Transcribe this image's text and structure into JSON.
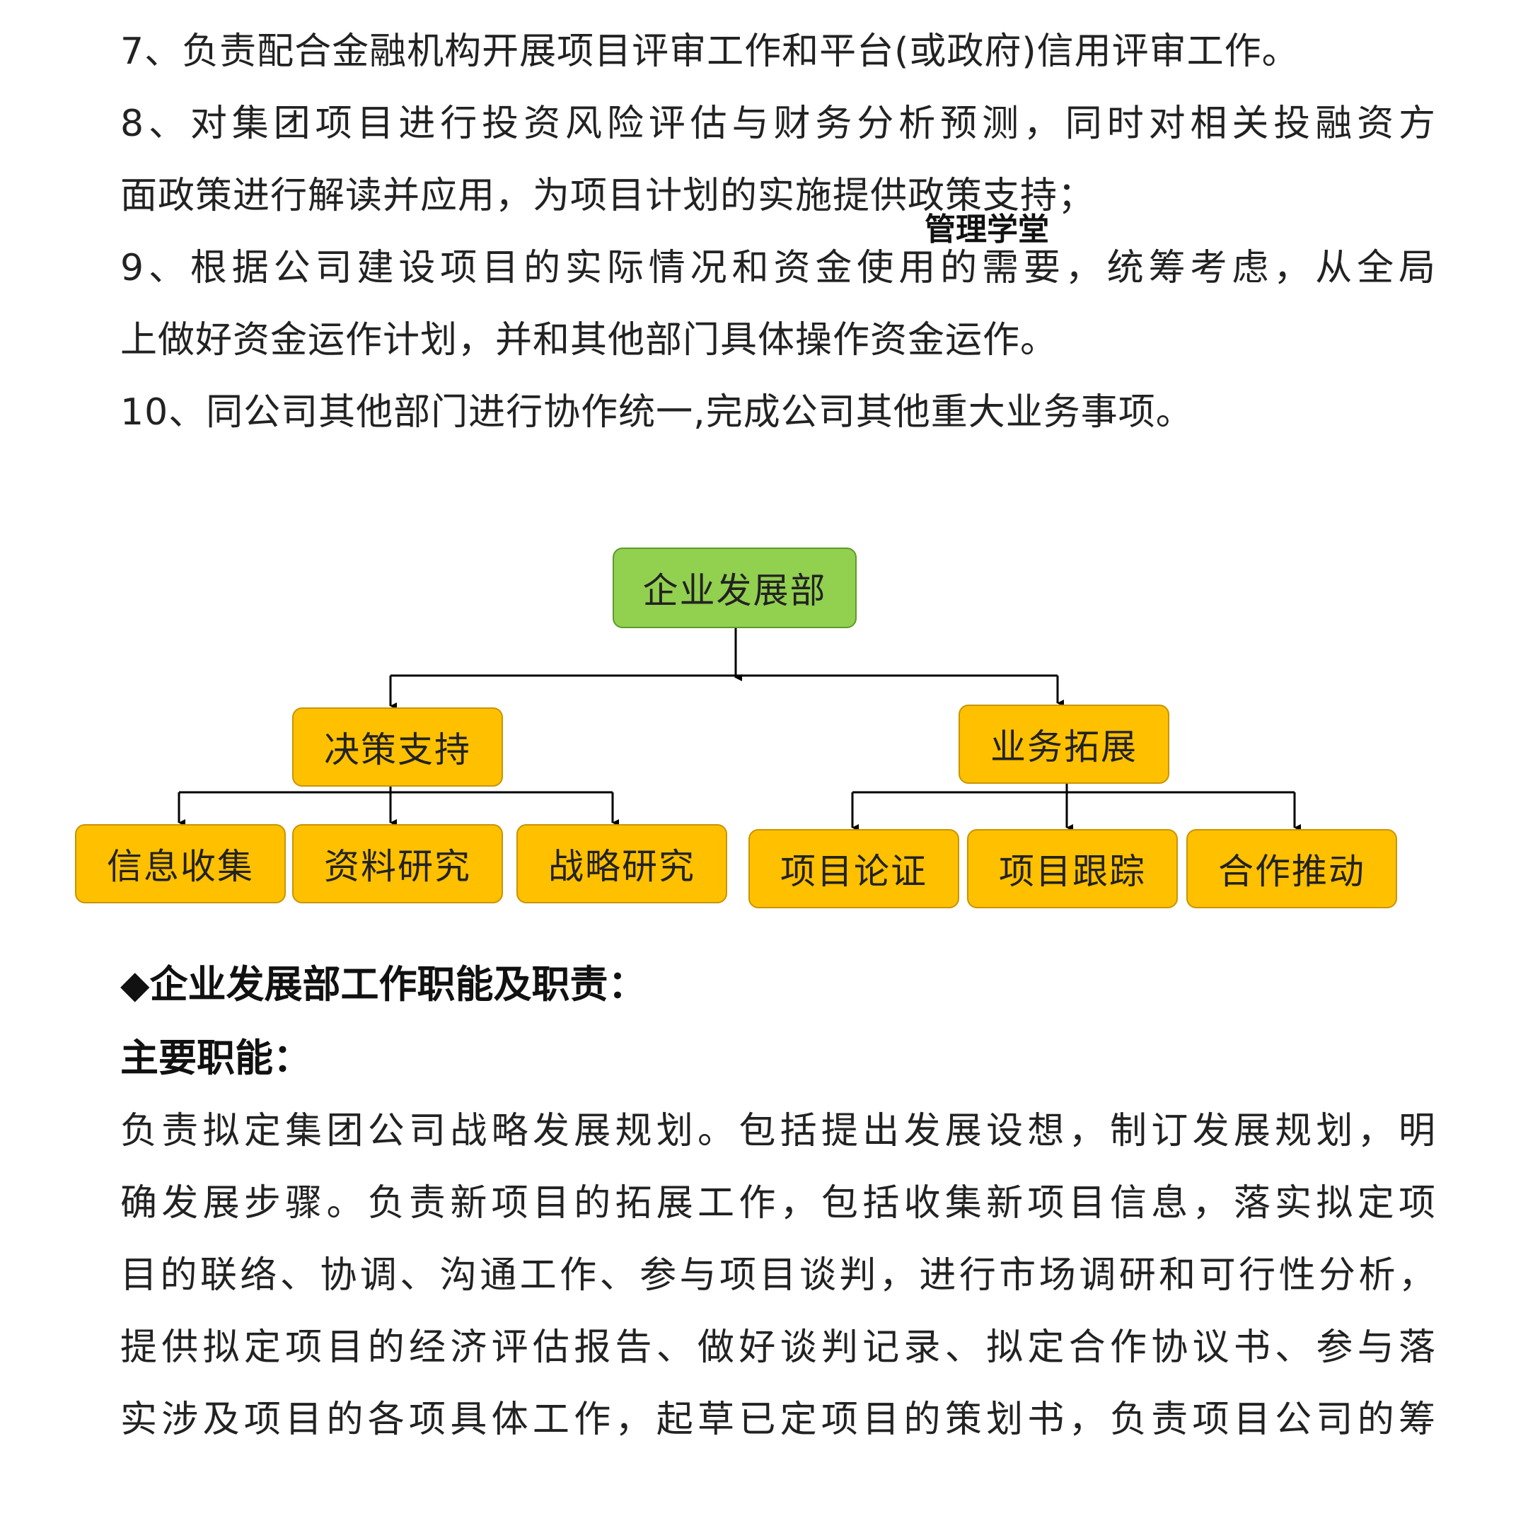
{
  "top_lines": [
    "7、负责配合金融机构开展项目评审工作和平台(或政府)信用评审工作。",
    "8、对集团项目进行投资风险评估与财务分析预测，同时对相关投融资方",
    "面政策进行解读并应用，为项目计划的实施提供政策支持；",
    "9、根据公司建设项目的实际情况和资金使用的需要，统筹考虑，从全局",
    "上做好资金运作计划，并和其他部门具体操作资金运作。",
    "10、同公司其他部门进行协作统一,完成公司其他重大业务事项。"
  ],
  "watermark": "管理学堂",
  "org_chart": {
    "root": "企业发展部",
    "left_branch": {
      "label": "决策支持",
      "children": [
        "信息收集",
        "资料研究",
        "战略研究"
      ]
    },
    "right_branch": {
      "label": "业务拓展",
      "children": [
        "项目论证",
        "项目跟踪",
        "合作推动"
      ]
    },
    "colors": {
      "root_fill": "#92d050",
      "child_fill": "#ffc000",
      "line": "#000000"
    }
  },
  "section": {
    "heading": "◆企业发展部工作职能及职责：",
    "subheading": "主要职能：",
    "paragraph_lines": [
      "负责拟定集团公司战略发展规划。包括提出发展设想，制订发展规划，明",
      "确发展步骤。负责新项目的拓展工作，包括收集新项目信息，落实拟定项",
      "目的联络、协调、沟通工作、参与项目谈判，进行市场调研和可行性分析，",
      "提供拟定项目的经济评估报告、做好谈判记录、拟定合作协议书、参与落",
      "实涉及项目的各项具体工作，起草已定项目的策划书，负责项目公司的筹"
    ]
  }
}
